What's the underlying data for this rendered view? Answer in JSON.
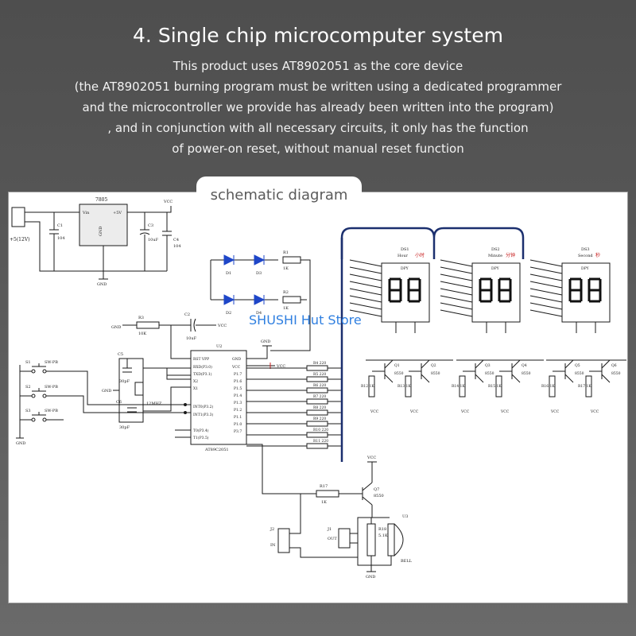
{
  "header": {
    "title": "4. Single chip microcomputer system",
    "description_lines": [
      "This product uses AT8902051 as the core device",
      "(the AT8902051 burning program must be written using a dedicated programmer",
      "and the microcontroller we provide has already been written into the program)",
      ", and in conjunction with all necessary circuits, it only has the function",
      "of power-on reset, without manual reset function"
    ]
  },
  "diagram": {
    "tab_label": "schematic diagram",
    "watermark": "SHUSHI Hut Store",
    "labels": {
      "regulator": "7805",
      "vin": "Vin",
      "vout": "+5V",
      "gnd": "GND",
      "vcc": "VCC",
      "dc_in": "+5(12V)",
      "c1": "C1",
      "c1_val": "104",
      "c3": "C3",
      "c3_val": "10uF",
      "c4": "C4",
      "c4_val": "104",
      "r3": "R3",
      "r3_val": "10K",
      "c2": "C2",
      "c2_val": "10uF",
      "r1": "R1",
      "r1_val": "1K",
      "r2": "R2",
      "r2_val": "1K",
      "d1": "D1",
      "d2": "D2",
      "d3": "D3",
      "d4": "D4",
      "c5": "C5",
      "c5_val": "30pF",
      "c6": "C6",
      "c6_val": "30pF",
      "crystal": "12MHZ",
      "s1": "S1",
      "s2": "S2",
      "s3": "S3",
      "sw": "SW-PB",
      "mcu": "AT89C2051",
      "mcu_tag": "U2",
      "pins_left": [
        "RST VPP",
        "RXD(P3.0)",
        "TXD(P3.1)",
        "X2",
        "X1",
        "INT0(P3.2)",
        "INT1(P3.3)",
        "T0(P3.4)",
        "T1(P3.5)"
      ],
      "pins_right": [
        "GND",
        "VCC",
        "P1.7",
        "P1.6",
        "P1.5",
        "P1.4",
        "P1.3",
        "P1.2",
        "P1.1",
        "P1.0",
        "P3.7"
      ],
      "res_bank": [
        "R4 220",
        "R5 220",
        "R6 220",
        "R7 220",
        "R8 220",
        "R9 220",
        "R10 220",
        "R11 220"
      ],
      "displays": [
        {
          "tag": "DS1",
          "name": "Hour",
          "cn": "小时",
          "ref": "DPY"
        },
        {
          "tag": "DS2",
          "name": "Minute",
          "cn": "分钟",
          "ref": "DPY"
        },
        {
          "tag": "DS3",
          "name": "Second",
          "cn": "秒",
          "ref": "DPY"
        }
      ],
      "transistors": [
        "Q1",
        "Q2",
        "Q3",
        "Q4",
        "Q5",
        "Q6",
        "Q7"
      ],
      "transistor_val": "8550",
      "base_res": [
        "R12 1K",
        "R13 1K",
        "R14 1K",
        "R15 1K",
        "R16 1K",
        "R17 1K"
      ],
      "r17": "R17",
      "r17_val": "1K",
      "q7": "Q7",
      "q7_val": "8550",
      "j1": "J1",
      "j2": "J2",
      "in": "IN",
      "out": "OUT",
      "r18": "R18",
      "r18_val": "5.1K",
      "u3": "U3",
      "bell": "BELL",
      "colors": {
        "wire": "#1a1a1a",
        "bus": "#1b2f6e",
        "led": "#1e46c8",
        "watermark": "#2f7fe0",
        "header_bg": "#555555"
      }
    }
  }
}
